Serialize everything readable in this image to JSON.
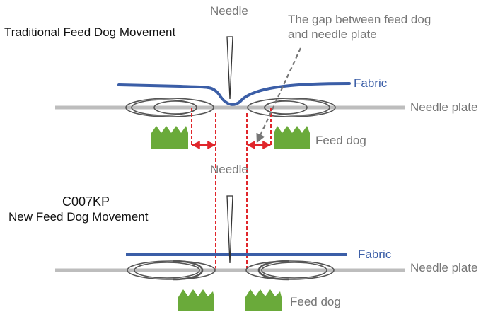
{
  "top_section": {
    "title": "Traditional Feed Dog Movement",
    "needle_label": "Needle",
    "gap_annotation_line1": "The gap between feed dog",
    "gap_annotation_line2": "and needle plate",
    "fabric_label": "Fabric",
    "needle_plate_label": "Needle plate",
    "feed_dog_label": "Feed dog"
  },
  "bottom_section": {
    "model": "C007KP",
    "title": "New Feed Dog Movement",
    "needle_label": "Needle",
    "fabric_label": "Fabric",
    "needle_plate_label": "Needle plate",
    "feed_dog_label": "Feed dog"
  },
  "colors": {
    "fabric": "#3b5ea7",
    "needle_plate": "#bdbdbd",
    "feed_dog": "#6aaa3a",
    "gap_marker": "#e0262b",
    "loops": "#555555",
    "annotation": "#767676"
  }
}
